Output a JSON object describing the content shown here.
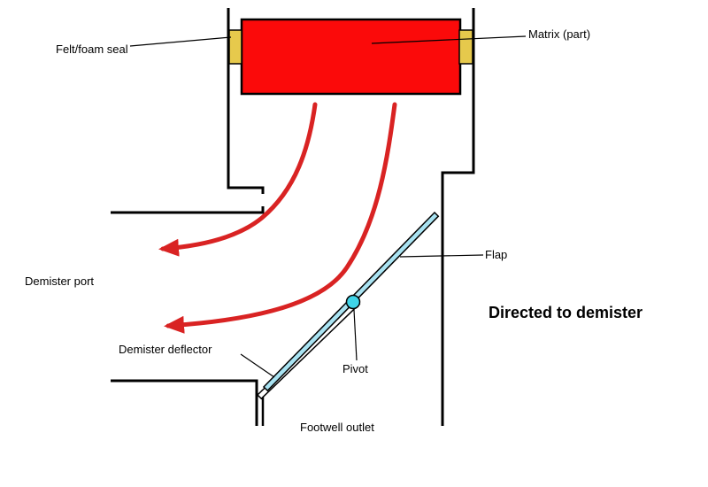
{
  "diagram": {
    "labels": {
      "felt_foam_seal": "Felt/foam seal",
      "matrix_part": "Matrix (part)",
      "demister_port": "Demister port",
      "flap": "Flap",
      "directed_to_demister": "Directed to demister",
      "demister_deflector": "Demister deflector",
      "pivot": "Pivot",
      "footwell_outlet": "Footwell outlet"
    },
    "colors": {
      "matrix_fill": "#fb0a0a",
      "seal_fill": "#e6c94c",
      "airflow_arrow": "#d92323",
      "flap_fill": "#a9e3f2",
      "deflector_fill": "#ffffff",
      "pivot_fill": "#3fd4e8",
      "outline": "#000000",
      "background": "#ffffff"
    }
  }
}
